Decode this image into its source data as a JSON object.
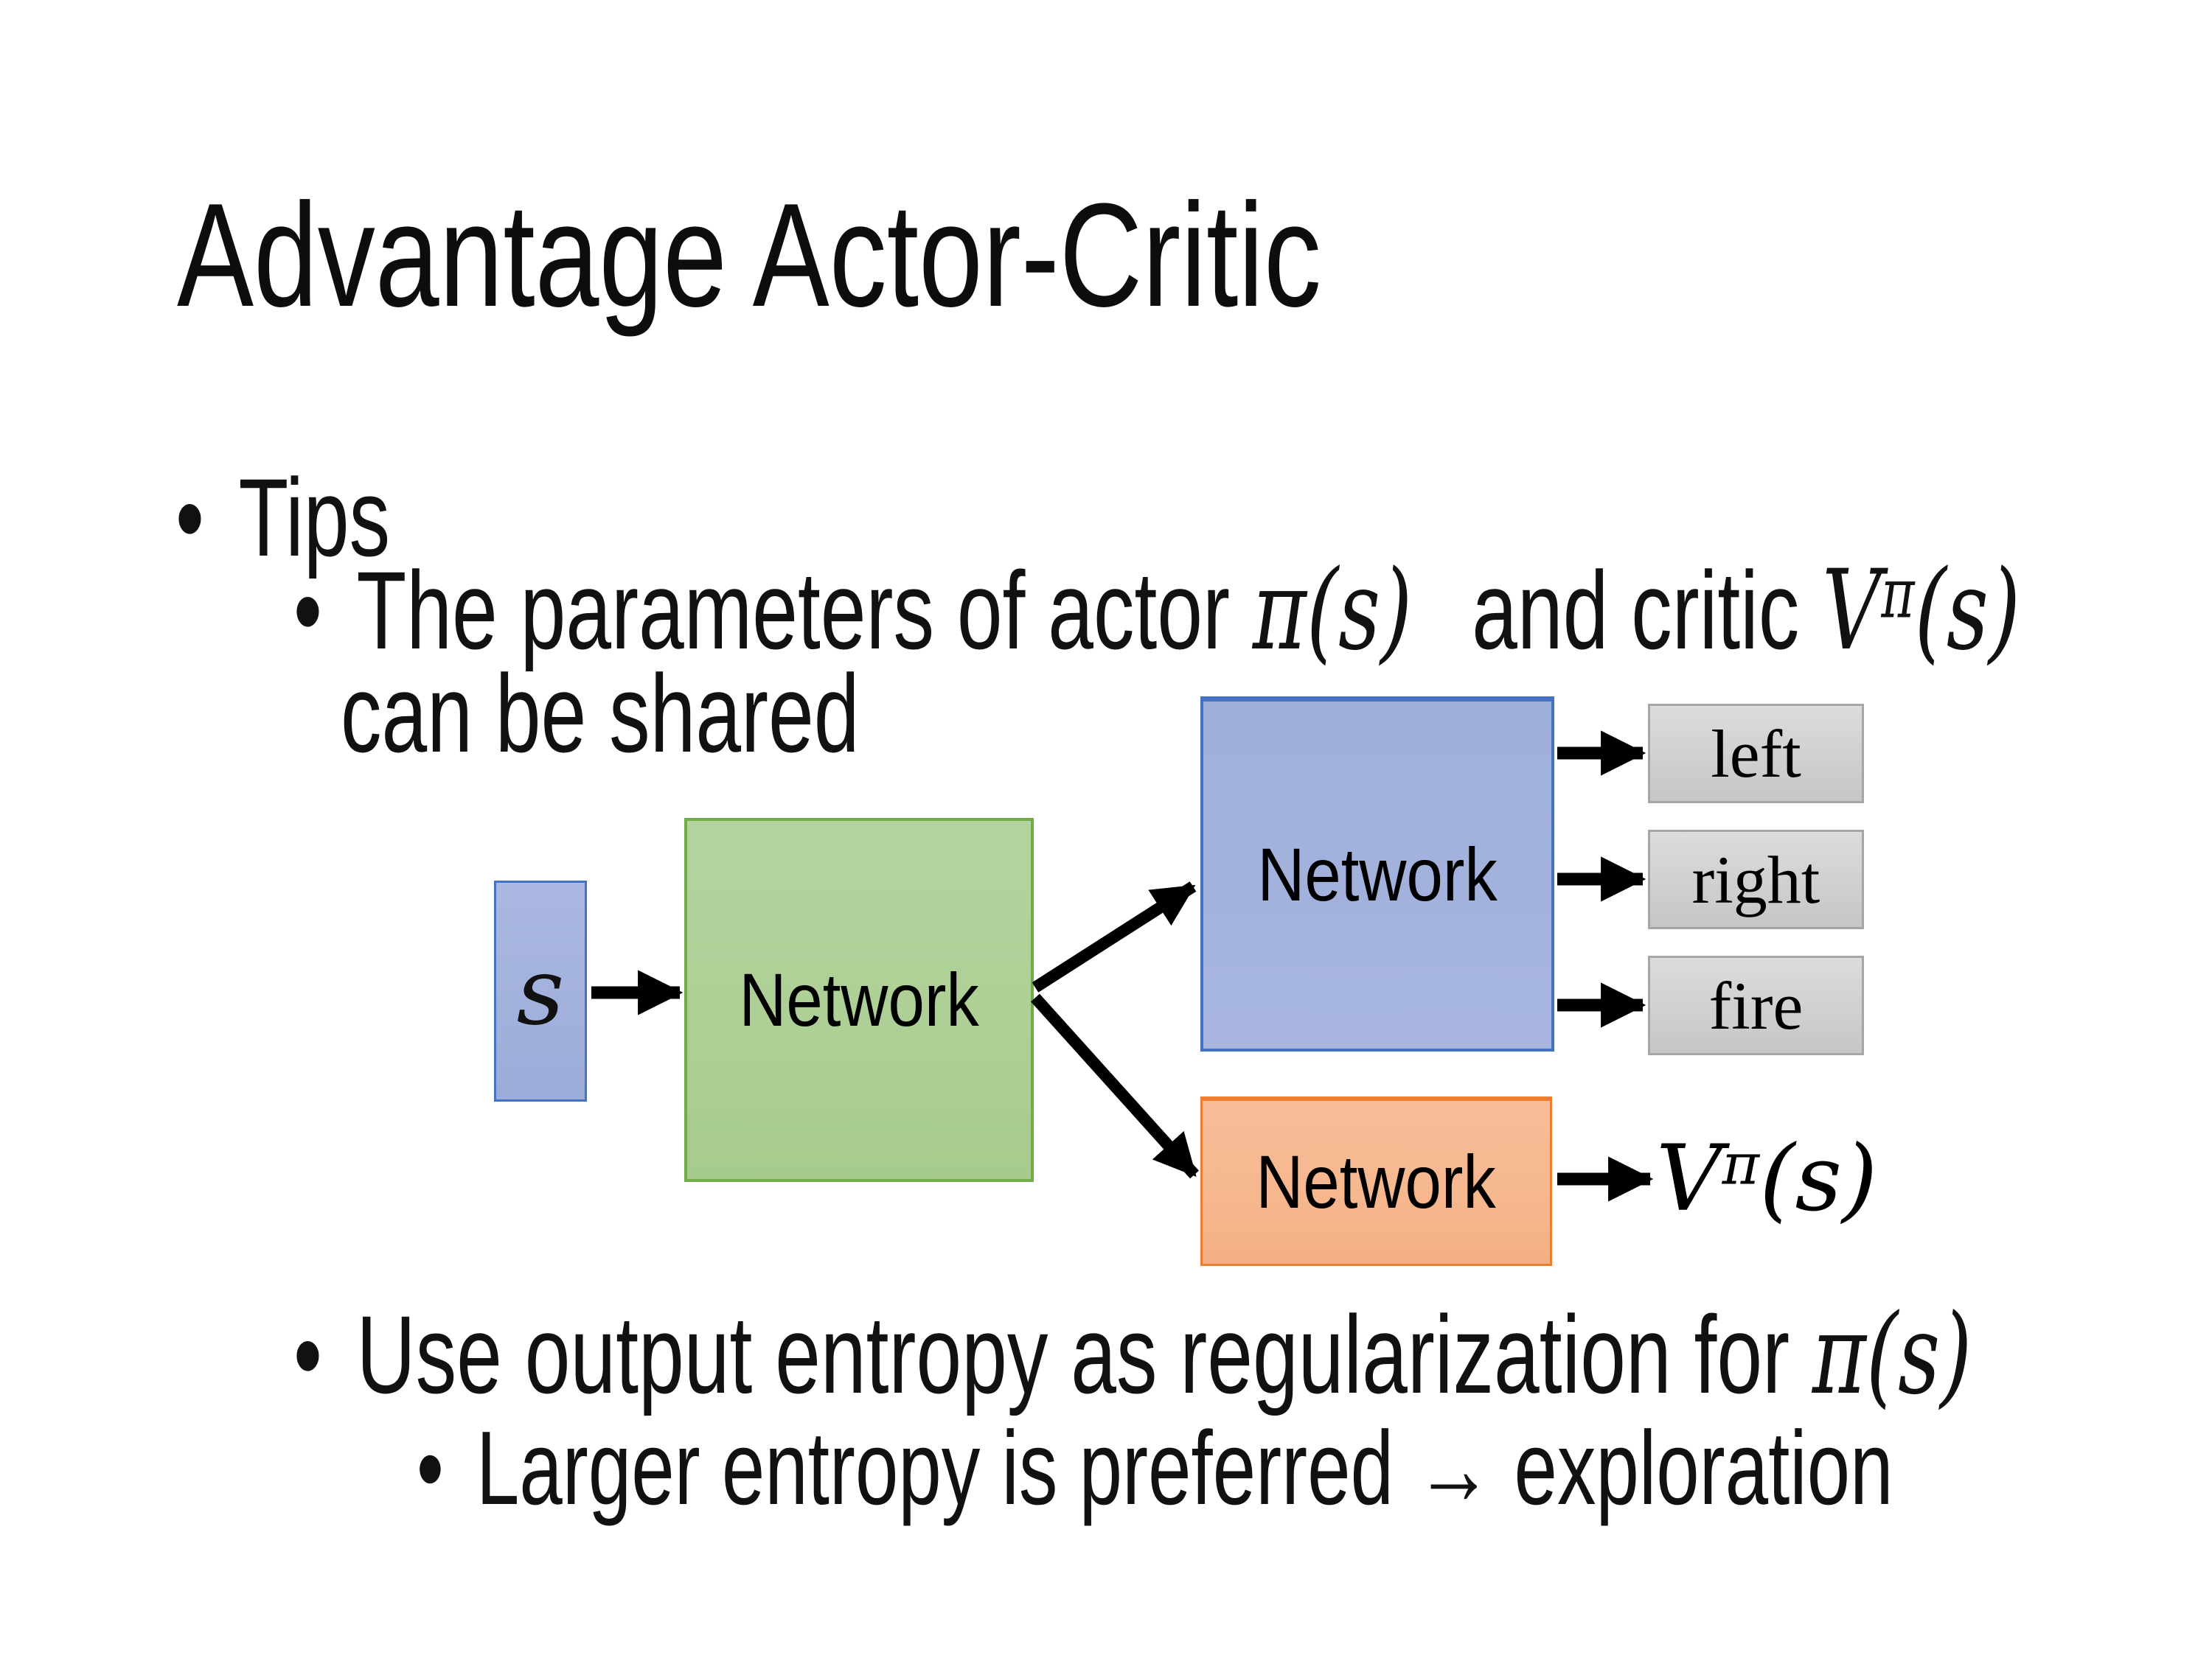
{
  "slide": {
    "title": "Advantage Actor-Critic",
    "bullet_char": "•",
    "tips_label": "Tips",
    "shared_line1": {
      "pre": "The parameters of actor ",
      "actor_math": "π(s)",
      "mid": " and critic ",
      "critic_base": "V",
      "critic_sup": "π",
      "critic_args": "(s)"
    },
    "shared_line2": "can be shared",
    "entropy_line": {
      "pre": "Use output entropy as regularization for ",
      "math": "π(s)"
    },
    "exploration_line": "Larger entropy is preferred → exploration"
  },
  "diagram": {
    "input_label": "s",
    "shared_network_label": "Network",
    "actor_network_label": "Network",
    "critic_network_label": "Network",
    "action_labels": [
      "left",
      "right",
      "fire"
    ],
    "value_output": {
      "base": "V",
      "sup": "π",
      "args": "(s)"
    },
    "colors": {
      "input-border": "#4472c4",
      "shared-fill": "#aed096",
      "shared-border": "#70ad47",
      "actor-fill": "#a2b2dc",
      "actor-border": "#4472c4",
      "critic-fill": "#f6b78e",
      "critic-border": "#ed7d31",
      "action-fill-top": "#dcdcdc",
      "action-fill-bottom": "#c6c6c6",
      "action-border": "#a6a6a6",
      "arrow-color": "#000000",
      "text-color": "#111111"
    }
  }
}
